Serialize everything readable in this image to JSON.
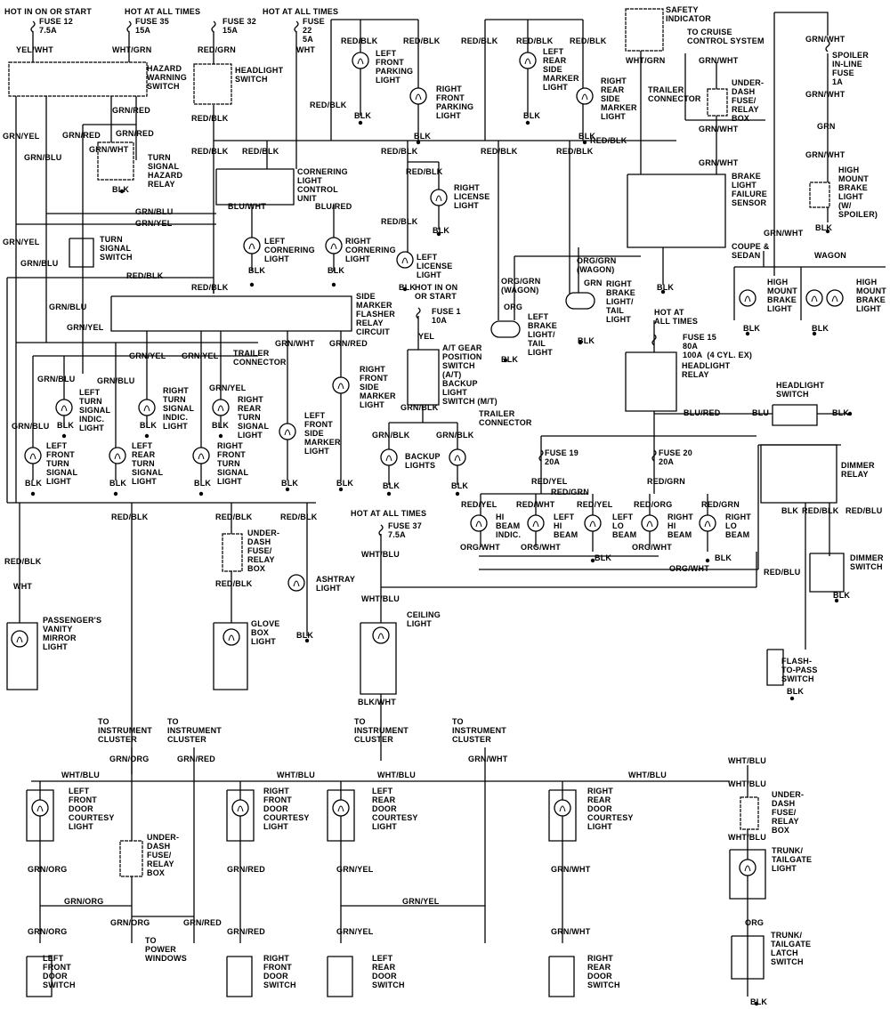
{
  "diagram": {
    "colors": {
      "ink": "#000000",
      "background": "#ffffff"
    },
    "labels": [
      "HOT IN ON OR START",
      "HOT AT ALL TIMES",
      "HOT AT ALL TIMES",
      "FUSE 12\n7.5A",
      "FUSE 35\n15A",
      "FUSE 32\n15A",
      "FUSE\n22\n5A",
      "YEL/WHT",
      "WHT/GRN",
      "RED/GRN",
      "WHT",
      "HAZARD\nWARNING\nSWITCH",
      "HEADLIGHT\nSWITCH",
      "RED/BLK",
      "RED/BLK",
      "LEFT\nFRONT\nPARKING\nLIGHT",
      "RIGHT\nFRONT\nPARKING\nLIGHT",
      "BLK",
      "BLK",
      "RED/BLK",
      "RED/BLK",
      "RED/BLK",
      "LEFT\nREAR\nSIDE\nMARKER\nLIGHT",
      "RIGHT\nREAR\nSIDE\nMARKER\nLIGHT",
      "BLK",
      "BLK",
      "RED/BLK",
      "SAFETY\nINDICATOR",
      "TO CRUISE\nCONTROL SYSTEM",
      "WHT/GRN",
      "GRN/WHT",
      "UNDER-\nDASH\nFUSE/\nRELAY\nBOX",
      "TRAILER\nCONNECTOR",
      "RED/BLK",
      "GRN/WHT",
      "GRN/WHT",
      "GRN/WHT",
      "SPOILER\nIN-LINE\nFUSE\n1A",
      "GRN/WHT",
      "GRN",
      "GRN/WHT",
      "HIGH\nMOUNT\nBRAKE\nLIGHT\n(W/\nSPOILER)",
      "BLK",
      "BRAKE\nLIGHT\nFAILURE\nSENSOR",
      "GRN/WHT",
      "COUPE &\nSEDAN",
      "WAGON",
      "HIGH\nMOUNT\nBRAKE\nLIGHT",
      "HIGH\nMOUNT\nBRAKE\nLIGHT",
      "BLK",
      "BLK",
      "GRN/RED",
      "GRN/RED",
      "GRN/RED",
      "GRN/WHT",
      "TURN\nSIGNAL\nHAZARD\nRELAY",
      "BLK",
      "GRN/YEL",
      "GRN/BLU",
      "RED/BLK",
      "RED/BLK",
      "RED/BLK",
      "CORNERING\nLIGHT\nCONTROL\nUNIT",
      "RED/BLK",
      "RED/BLK",
      "RED/BLK",
      "RED/BLK",
      "RIGHT\nLICENSE\nLIGHT",
      "BLK",
      "GRN/BLU",
      "GRN/YEL",
      "BLU/WHT",
      "BLU/RED",
      "LEFT\nCORNERING\nLIGHT",
      "RIGHT\nCORNERING\nLIGHT",
      "BLK",
      "BLK",
      "RED/BLK",
      "LEFT\nLICENSE\nLIGHT",
      "BLK",
      "GRN/YEL",
      "TURN\nSIGNAL\nSWITCH",
      "GRN/BLU",
      "RED/BLK",
      "RED/BLK",
      "GRN/BLU",
      "GRN/YEL",
      "SIDE\nMARKER\nFLASHER\nRELAY\nCIRCUIT",
      "HOT IN ON\nOR START",
      "FUSE 1\n10A",
      "YEL",
      "ORG/GRN\n(WAGON)",
      "GRN",
      "ORG/GRN\n(WAGON)",
      "ORG",
      "LEFT\nBRAKE\nLIGHT/\nTAIL\nLIGHT",
      "BLK",
      "RIGHT\nBRAKE\nLIGHT/\nTAIL\nLIGHT",
      "BLK",
      "BLK",
      "HOT AT\nALL TIMES",
      "FUSE 15\n80A\n100A  (4 CYL. EX)",
      "HEADLIGHT\nRELAY",
      "TRAILER\nCONNECTOR",
      "GRN/WHT",
      "GRN/RED",
      "GRN/YEL",
      "GRN/YEL",
      "GRN/BLU",
      "GRN/BLU",
      "GRN/YEL",
      "LEFT\nTURN\nSIGNAL\nINDIC.\nLIGHT",
      "RIGHT\nTURN\nSIGNAL\nINDIC.\nLIGHT",
      "RIGHT\nREAR\nTURN\nSIGNAL\nLIGHT",
      "BLK",
      "BLK",
      "BLK",
      "RIGHT\nFRONT\nSIDE\nMARKER\nLIGHT",
      "A/T GEAR\nPOSITION\nSWITCH\n(A/T)\nBACKUP\nLIGHT\nSWITCH (M/T)",
      "GRN/BLK",
      "TRAILER\nCONNECTOR",
      "GRN/BLK",
      "GRN/BLK",
      "BACKUP\nLIGHTS",
      "BLK",
      "BLK",
      "HEADLIGHT\nSWITCH",
      "BLU/RED",
      "BLU",
      "BLK",
      "GRN/BLU",
      "LEFT\nFRONT\nTURN\nSIGNAL\nLIGHT",
      "LEFT\nREAR\nTURN\nSIGNAL\nLIGHT",
      "RIGHT\nFRONT\nTURN\nSIGNAL\nLIGHT",
      "LEFT\nFRONT\nSIDE\nMARKER\nLIGHT",
      "BLK",
      "BLK",
      "BLK",
      "BLK",
      "BLK",
      "FUSE 19\n20A",
      "FUSE 20\n20A",
      "RED/YEL",
      "RED/GRN",
      "RED/GRN",
      "DIMMER\nRELAY",
      "BLK",
      "RED/BLK",
      "RED/BLU",
      "RED/YEL",
      "RED/WHT",
      "RED/YEL",
      "RED/ORG",
      "RED/GRN",
      "HI\nBEAM\nINDIC.",
      "LEFT\nHI\nBEAM",
      "LEFT\nLO\nBEAM",
      "RIGHT\nHI\nBEAM",
      "RIGHT\nLO\nBEAM",
      "ORG/WHT",
      "ORG/WHT",
      "ORG/WHT",
      "ORG/WHT",
      "BLK",
      "BLK",
      "RED/BLK",
      "RED/BLK",
      "RED/BLK",
      "UNDER-\nDASH\nFUSE/\nRELAY\nBOX",
      "RED/BLK",
      "ASHTRAY\nLIGHT",
      "BLK",
      "HOT AT ALL TIMES",
      "FUSE 37\n7.5A",
      "WHT/BLU",
      "WHT/BLU",
      "DIMMER\nSWITCH",
      "RED/BLU",
      "BLK",
      "RED/BLK",
      "WHT",
      "PASSENGER'S\nVANITY\nMIRROR\nLIGHT",
      "GLOVE\nBOX\nLIGHT",
      "CEILING\nLIGHT",
      "BLK/WHT",
      "FLASH-\nTO-PASS\nSWITCH",
      "BLK",
      "TO\nINSTRUMENT\nCLUSTER",
      "TO\nINSTRUMENT\nCLUSTER",
      "TO\nINSTRUMENT\nCLUSTER",
      "TO\nINSTRUMENT\nCLUSTER",
      "GRN/ORG",
      "GRN/RED",
      "GRN/WHT",
      "WHT/BLU",
      "WHT/BLU",
      "WHT/BLU",
      "WHT/BLU",
      "WHT/BLU",
      "LEFT\nFRONT\nDOOR\nCOURTESY\nLIGHT",
      "RIGHT\nFRONT\nDOOR\nCOURTESY\nLIGHT",
      "LEFT\nREAR\nDOOR\nCOURTESY\nLIGHT",
      "RIGHT\nREAR\nDOOR\nCOURTESY\nLIGHT",
      "WHT/BLU",
      "UNDER-\nDASH\nFUSE/\nRELAY\nBOX",
      "WHT/BLU",
      "TRUNK/\nTAILGATE\nLIGHT",
      "UNDER-\nDASH\nFUSE/\nRELAY\nBOX",
      "GRN/ORG",
      "GRN/RED",
      "GRN/YEL",
      "GRN/WHT",
      "GRN/ORG",
      "GRN/YEL",
      "GRN/ORG",
      "GRN/ORG",
      "GRN/RED",
      "GRN/RED",
      "GRN/YEL",
      "GRN/WHT",
      "TO\nPOWER\nWINDOWS",
      "ORG",
      "LEFT\nFRONT\nDOOR\nSWITCH",
      "RIGHT\nFRONT\nDOOR\nSWITCH",
      "LEFT\nREAR\nDOOR\nSWITCH",
      "RIGHT\nREAR\nDOOR\nSWITCH",
      "TRUNK/\nTAILGATE\nLATCH\nSWITCH",
      "BLK"
    ]
  }
}
